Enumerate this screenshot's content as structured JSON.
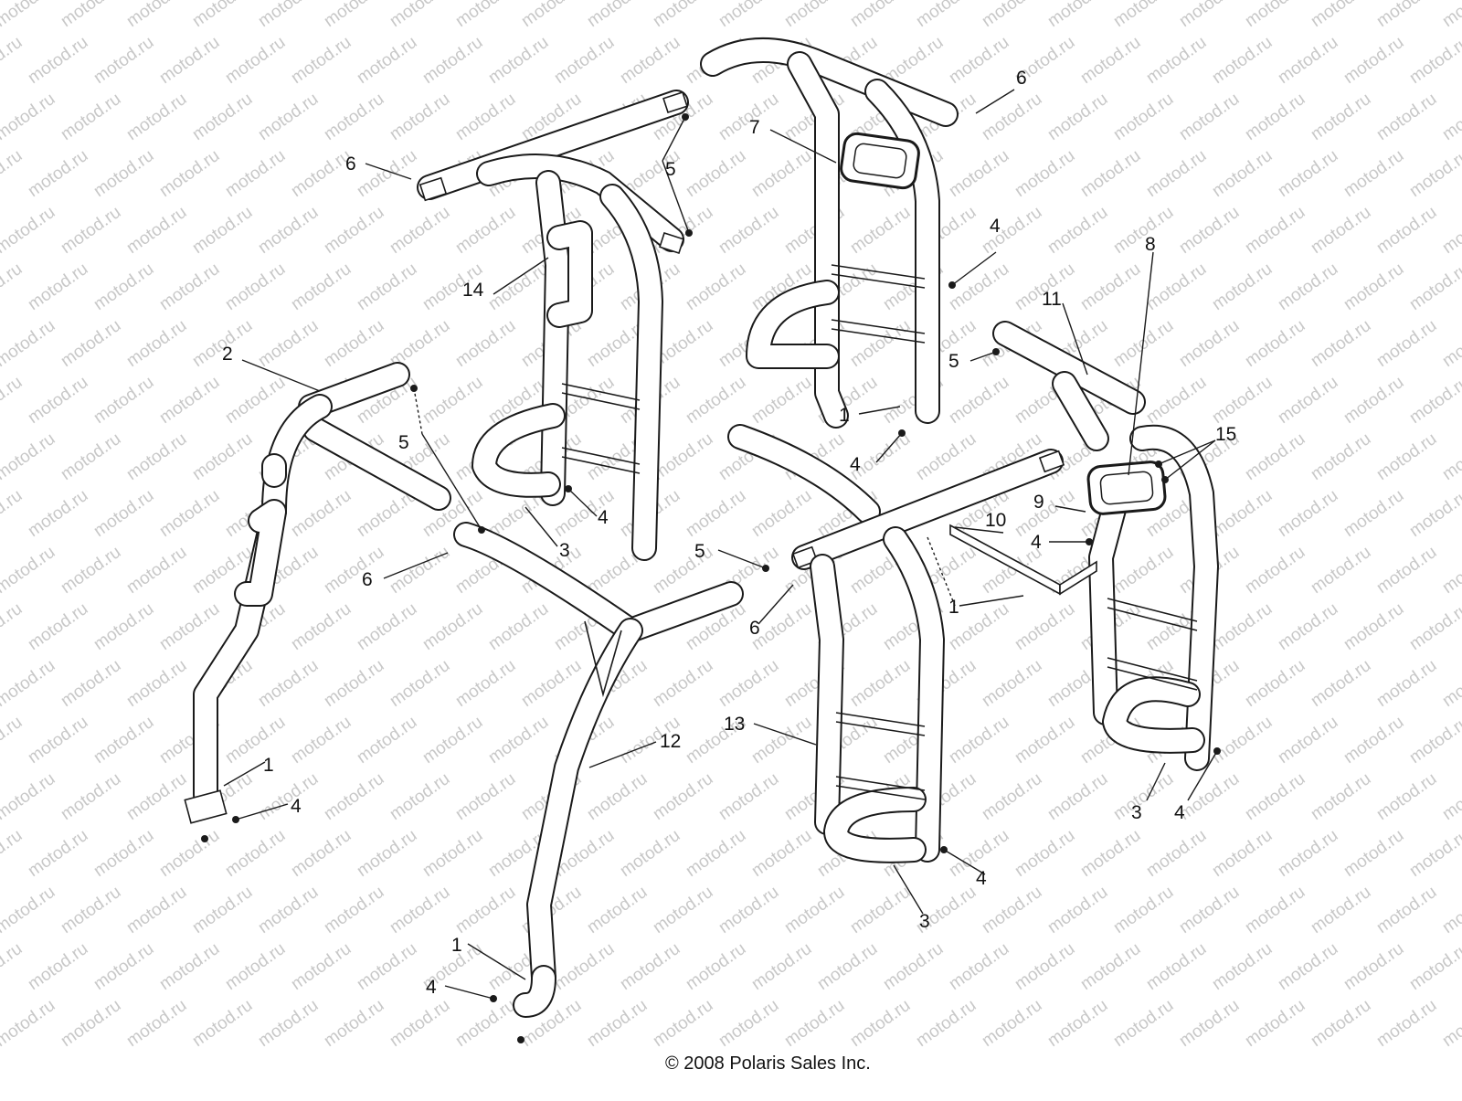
{
  "watermark": {
    "text": "motod.ru",
    "color": "#c8c8c8"
  },
  "copyright": "© 2008 Polaris Sales Inc.",
  "callouts": [
    {
      "id": "c6a",
      "label": "6"
    },
    {
      "id": "c6b",
      "label": "6"
    },
    {
      "id": "c7",
      "label": "7"
    },
    {
      "id": "c5a",
      "label": "5"
    },
    {
      "id": "c4a",
      "label": "4"
    },
    {
      "id": "c14",
      "label": "14"
    },
    {
      "id": "c11",
      "label": "11"
    },
    {
      "id": "c8",
      "label": "8"
    },
    {
      "id": "c2",
      "label": "2"
    },
    {
      "id": "c5b",
      "label": "5"
    },
    {
      "id": "c5c",
      "label": "5"
    },
    {
      "id": "c1a",
      "label": "1"
    },
    {
      "id": "c4b",
      "label": "4"
    },
    {
      "id": "c15",
      "label": "15"
    },
    {
      "id": "c9",
      "label": "9"
    },
    {
      "id": "c10",
      "label": "10"
    },
    {
      "id": "c4c",
      "label": "4"
    },
    {
      "id": "c3a",
      "label": "3"
    },
    {
      "id": "c4d",
      "label": "4"
    },
    {
      "id": "c6c",
      "label": "6"
    },
    {
      "id": "c5d",
      "label": "5"
    },
    {
      "id": "c6d",
      "label": "6"
    },
    {
      "id": "c1b",
      "label": "1"
    },
    {
      "id": "c13",
      "label": "13"
    },
    {
      "id": "c12",
      "label": "12"
    },
    {
      "id": "c1c",
      "label": "1"
    },
    {
      "id": "c4e",
      "label": "4"
    },
    {
      "id": "c3b",
      "label": "3"
    },
    {
      "id": "c4f",
      "label": "4"
    },
    {
      "id": "c4g",
      "label": "4"
    },
    {
      "id": "c3c",
      "label": "3"
    },
    {
      "id": "c1d",
      "label": "1"
    },
    {
      "id": "c4h",
      "label": "4"
    }
  ]
}
